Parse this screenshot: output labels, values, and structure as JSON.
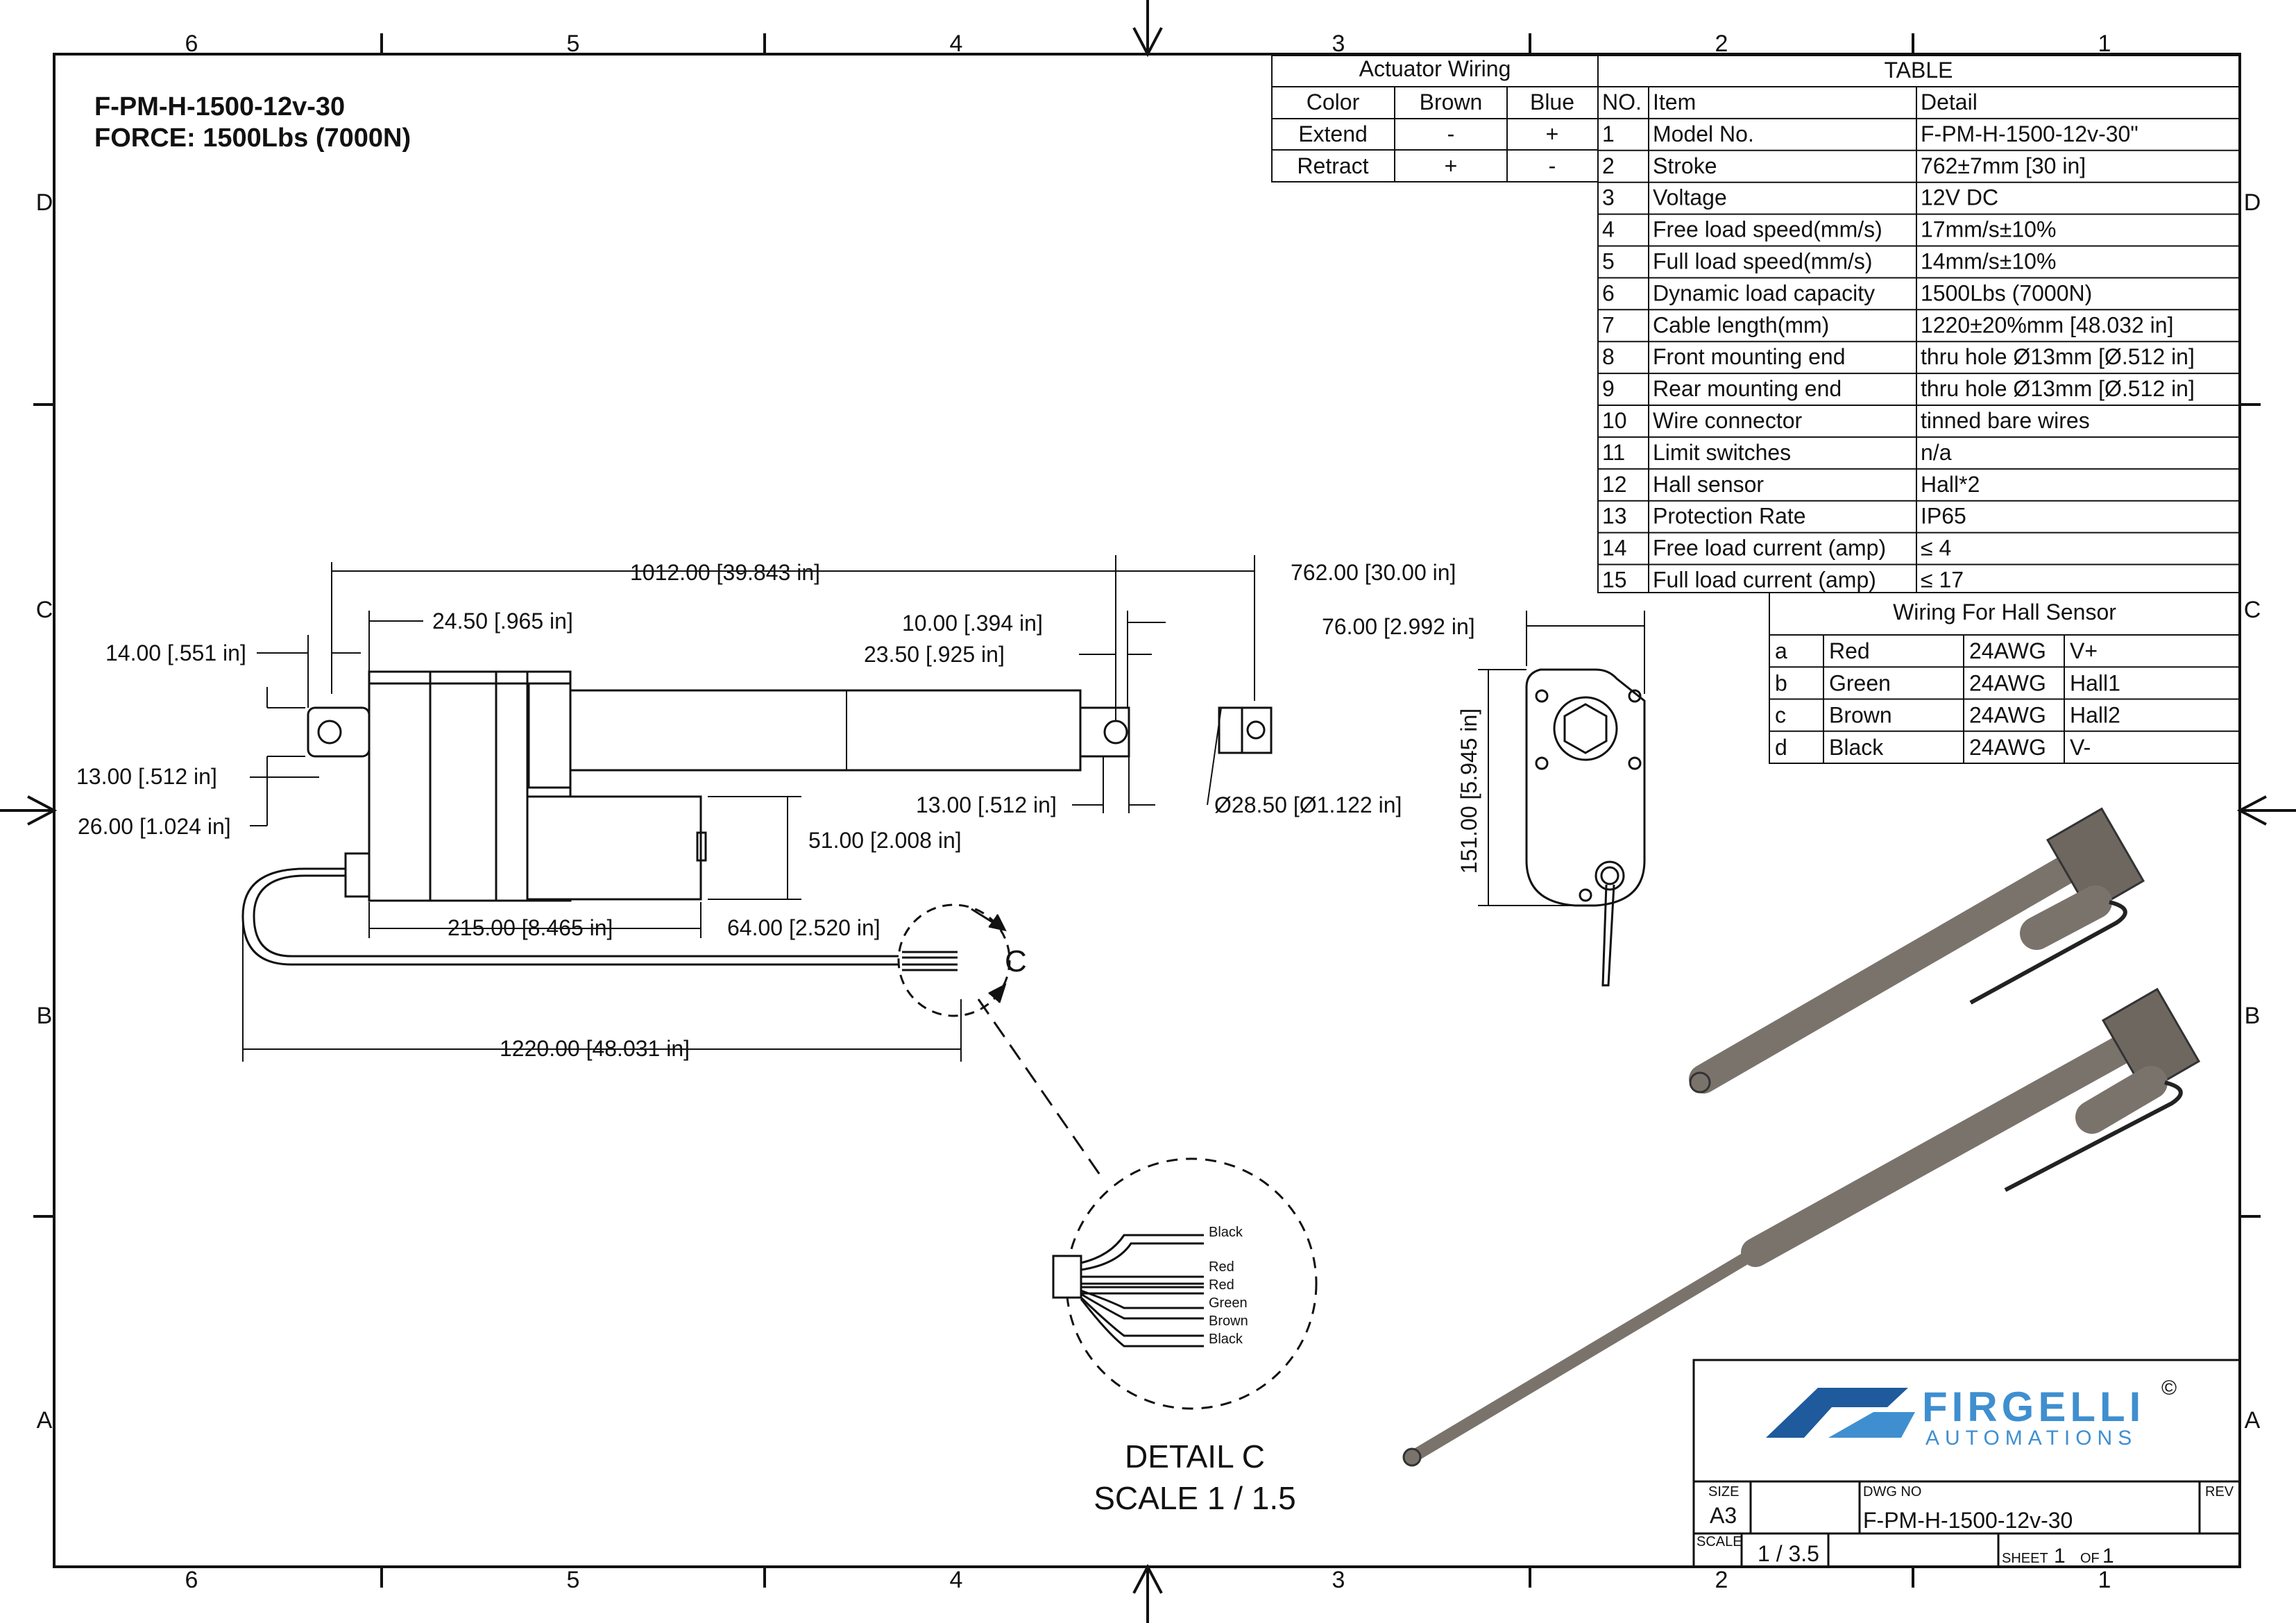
{
  "header": {
    "model": "F-PM-H-1500-12v-30",
    "force": "FORCE: 1500Lbs (7000N)"
  },
  "zones": {
    "columns": [
      "6",
      "5",
      "4",
      "3",
      "2",
      "1"
    ],
    "rows": [
      "D",
      "C",
      "B",
      "A"
    ]
  },
  "wiring": {
    "title": "Actuator Wiring",
    "headers": [
      "Color",
      "Brown",
      "Blue"
    ],
    "rows": [
      [
        "Extend",
        "-",
        "+"
      ],
      [
        "Retract",
        "+",
        "-"
      ]
    ]
  },
  "spec_table": {
    "title": "TABLE",
    "headers": [
      "NO.",
      "Item",
      "Detail"
    ],
    "rows": [
      [
        "1",
        "Model No.",
        "F-PM-H-1500-12v-30\""
      ],
      [
        "2",
        "Stroke",
        "762±7mm [30 in]"
      ],
      [
        "3",
        "Voltage",
        "12V DC"
      ],
      [
        "4",
        "Free load speed(mm/s)",
        "17mm/s±10%"
      ],
      [
        "5",
        "Full load speed(mm/s)",
        "14mm/s±10%"
      ],
      [
        "6",
        "Dynamic load capacity",
        "1500Lbs (7000N)"
      ],
      [
        "7",
        "Cable length(mm)",
        "1220±20%mm [48.032 in]"
      ],
      [
        "8",
        "Front mounting end",
        "thru hole Ø13mm [Ø.512 in]"
      ],
      [
        "9",
        "Rear mounting end",
        "thru hole Ø13mm [Ø.512 in]"
      ],
      [
        "10",
        "Wire connector",
        "tinned bare wires"
      ],
      [
        "11",
        "Limit switches",
        "n/a"
      ],
      [
        "12",
        "Hall sensor",
        "Hall*2"
      ],
      [
        "13",
        "Protection Rate",
        "IP65"
      ],
      [
        "14",
        "Free load current (amp)",
        "≤ 4"
      ],
      [
        "15",
        "Full load current (amp)",
        "≤ 17"
      ]
    ]
  },
  "hall_table": {
    "title": "Wiring For Hall Sensor",
    "rows": [
      [
        "a",
        "Red",
        "24AWG",
        "V+"
      ],
      [
        "b",
        "Green",
        "24AWG",
        "Hall1"
      ],
      [
        "c",
        "Brown",
        "24AWG",
        "Hall2"
      ],
      [
        "d",
        "Black",
        "24AWG",
        "V-"
      ]
    ]
  },
  "dimensions": {
    "overall": "1012.00 [39.843 in]",
    "stroke": "762.00 [30.00 in]",
    "rear_offset": "24.50 [.965 in]",
    "rear_hole": "14.00 [.551 in]",
    "front_tip": "10.00 [.394 in]",
    "front_offset": "23.50 [.925 in]",
    "rear_eye": "13.00 [.512 in]",
    "rear_eye_height": "26.00 [1.024 in]",
    "front_eye": "13.00 [.512 in]",
    "rod_dia": "Ø28.50 [Ø1.122 in]",
    "motor_height": "51.00 [2.008 in]",
    "housing_len": "215.00 [8.465 in]",
    "motor_dia": "64.00 [2.520 in]",
    "cable_len": "1220.00 [48.031 in]",
    "end_width": "76.00 [2.992 in]",
    "end_height": "151.00 [5.945 in]"
  },
  "detail": {
    "callout": "C",
    "title": "DETAIL  C",
    "scale": "SCALE 1 / 1.5",
    "wires": [
      "Black",
      "Red",
      "Red",
      "Green",
      "Brown",
      "Black"
    ]
  },
  "title_block": {
    "brand": "FIRGELLI",
    "brand_sub": "AUTOMATIONS",
    "copyright": "©",
    "size_label": "SIZE",
    "size": "A3",
    "dwg_label": "DWG NO",
    "dwg": "F-PM-H-1500-12v-30",
    "rev_label": "REV",
    "scale_label": "SCALE",
    "scale": "1 / 3.5",
    "sheet_label": "SHEET",
    "sheet": "1",
    "of_label": "OF",
    "of": "1"
  },
  "colors": {
    "line": "#111111",
    "brand_blue": "#1e5a9c",
    "brand_light": "#3f8fd0",
    "metal": "#7a736c"
  }
}
